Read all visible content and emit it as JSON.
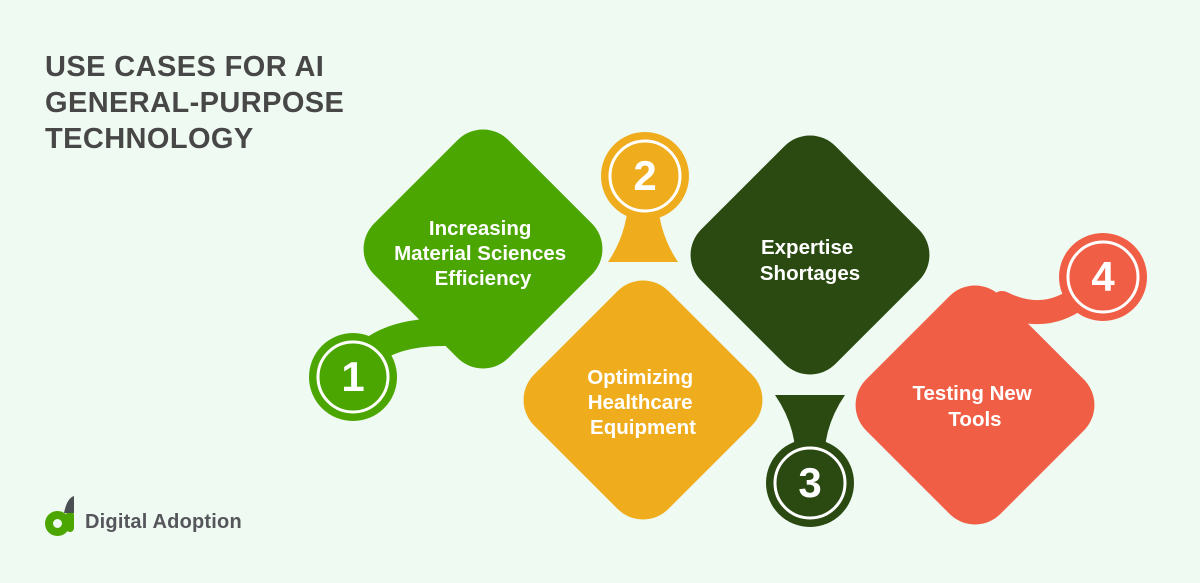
{
  "title": {
    "lines": [
      "USE CASES FOR AI",
      "GENERAL-PURPOSE",
      "TECHNOLOGY"
    ]
  },
  "items": [
    {
      "number": "1",
      "label_lines": [
        "Increasing",
        "Material Sciences",
        "Efficiency"
      ],
      "color": "#4CA602"
    },
    {
      "number": "2",
      "label_lines": [
        "Optimizing",
        "Healthcare",
        "Equipment"
      ],
      "color": "#EFAC1D"
    },
    {
      "number": "3",
      "label_lines": [
        "Expertise",
        "Shortages"
      ],
      "color": "#2B4A12"
    },
    {
      "number": "4",
      "label_lines": [
        "Testing New",
        "Tools"
      ],
      "color": "#F05F45"
    }
  ],
  "logo": {
    "text": "Digital Adoption",
    "mark_color": "#4CA602",
    "accent_color": "#4A4F54",
    "text_color": "#55565B"
  },
  "colors": {
    "background": "#EFFAF2",
    "title_text": "#474747",
    "item_label_text": "#FFFFFF",
    "badge_ring": "#FFFFFF"
  }
}
